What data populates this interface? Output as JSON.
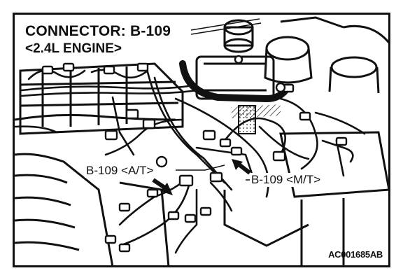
{
  "diagram": {
    "title": "CONNECTOR: B-109",
    "subtitle": "<2.4L ENGINE>",
    "callouts": {
      "at": "B-109 <A/T>",
      "mt": "B-109 <M/T>"
    },
    "figure_code": "AC001685AB"
  }
}
